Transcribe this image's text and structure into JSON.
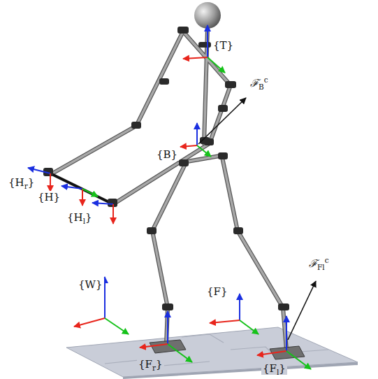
{
  "diagram": {
    "labels": [
      "{T}",
      "ℱBc",
      "{Hr}",
      "{H}",
      "{Hl}",
      "{B}",
      "{W}",
      "{F}",
      "ℱFlc",
      "{Fr}",
      "{Fl}"
    ]
  }
}
